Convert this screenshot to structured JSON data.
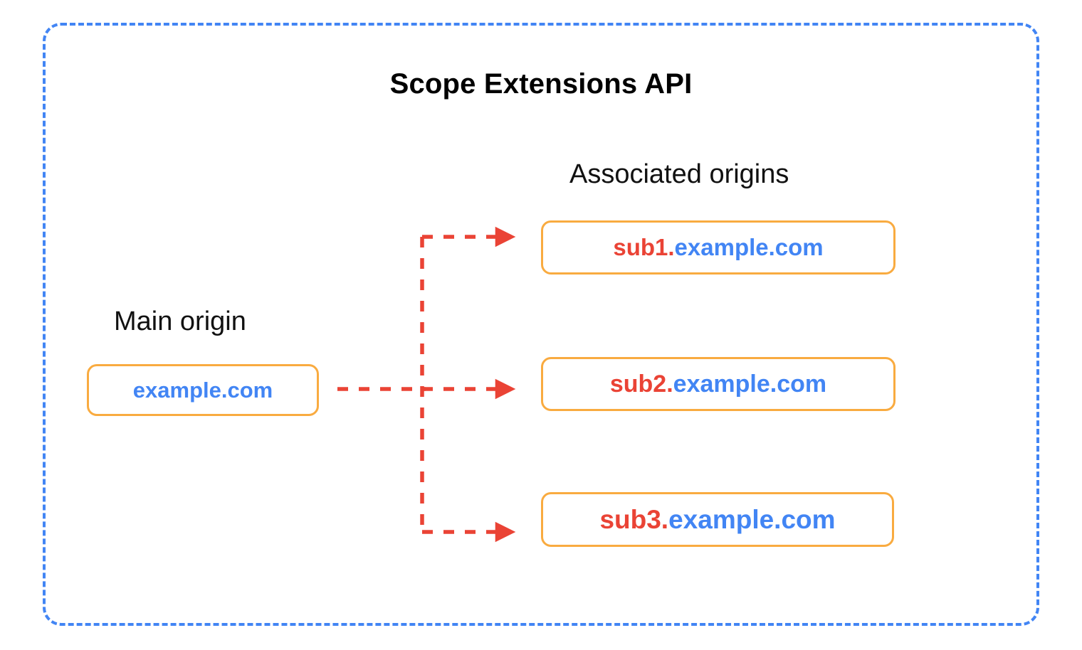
{
  "diagram": {
    "title": "Scope Extensions API",
    "type": "flow-diagram",
    "frame": {
      "style": "dashed",
      "color": "#4285F4"
    },
    "colors": {
      "frame_blue": "#4285F4",
      "chip_border_orange": "#F9AB40",
      "arrow_red": "#EA4335",
      "subdomain_red": "#EA4335",
      "domain_blue": "#4285F4",
      "title_black": "#000000",
      "background_white": "#FFFFFF"
    }
  },
  "main_origin": {
    "label": "Main origin",
    "chip": {
      "sub": "",
      "domain": "example.com",
      "full": "example.com"
    }
  },
  "associated_origins": {
    "label": "Associated origins",
    "chips": [
      {
        "sub": "sub1.",
        "domain": "example.com",
        "full": "sub1.example.com"
      },
      {
        "sub": "sub2.",
        "domain": "example.com",
        "full": "sub2.example.com"
      },
      {
        "sub": "sub3.",
        "domain": "example.com",
        "full": "sub3.example.com"
      }
    ]
  },
  "connectors": {
    "style": "dashed",
    "color": "#EA4335",
    "arrowheads": 3,
    "description": "Main origin branches to three associated origins"
  }
}
